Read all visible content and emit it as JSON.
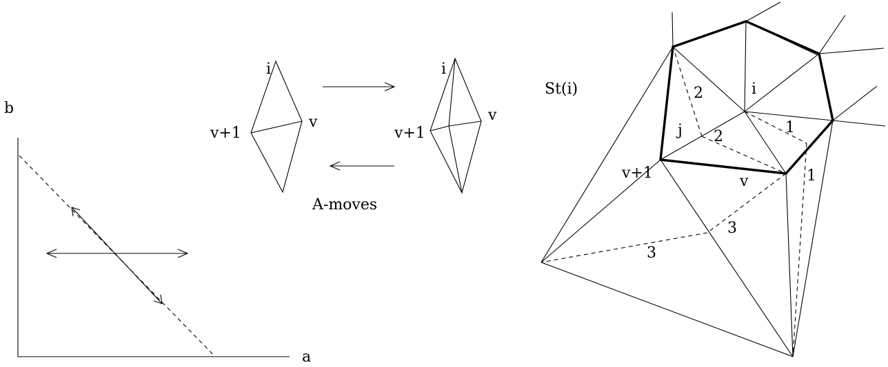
{
  "left_plot": {
    "y_axis_label": "b",
    "x_axis_label": "a"
  },
  "moves": {
    "left_top_vertex": "i",
    "left_right_vertex": "v",
    "left_left_vertex": "v+1",
    "right_top_vertex": "i",
    "right_right_vertex": "v",
    "right_left_vertex": "v+1",
    "caption": "A-moves"
  },
  "star": {
    "title": "St(i)",
    "center_label": "i",
    "label_j": "j",
    "label_v": "v",
    "label_v_plus_1": "v+1",
    "label_2_upper": "2",
    "label_2_middle": "2",
    "label_1_upper": "1",
    "label_1_lower": "1",
    "label_3_upper": "3",
    "label_3_lower": "3"
  }
}
